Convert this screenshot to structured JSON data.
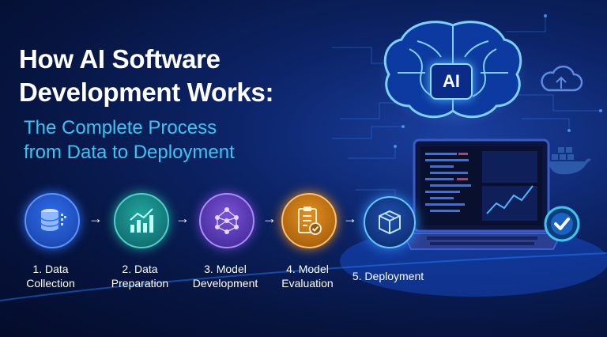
{
  "title": {
    "line1": "How AI Software",
    "line2": "Development Works:"
  },
  "subtitle": {
    "line1": "The Complete Process",
    "line2": "from Data to Deployment"
  },
  "brain_label": "AI",
  "steps": [
    {
      "line1": "1. Data",
      "line2": "Collection",
      "icon": "database-icon",
      "color": "#2f6df0"
    },
    {
      "line1": "2. Data",
      "line2": "Preparation",
      "icon": "bar-chart-icon",
      "color": "#1f9e96"
    },
    {
      "line1": "3. Model",
      "line2": "Development",
      "icon": "neural-network-icon",
      "color": "#6a43c9"
    },
    {
      "line1": "4. Model",
      "line2": "Evaluation",
      "icon": "clipboard-check-icon",
      "color": "#e08a1e"
    },
    {
      "line1": "5. Deployment",
      "line2": "",
      "icon": "box-icon",
      "color": "#163a8a"
    }
  ],
  "arrow_glyph": "→",
  "side_icons": [
    "cloud-icon",
    "docker-whale-icon",
    "check-circle-icon"
  ],
  "colors": {
    "background": "#06143f",
    "accent": "#38c6f4",
    "title": "#ffffff"
  }
}
